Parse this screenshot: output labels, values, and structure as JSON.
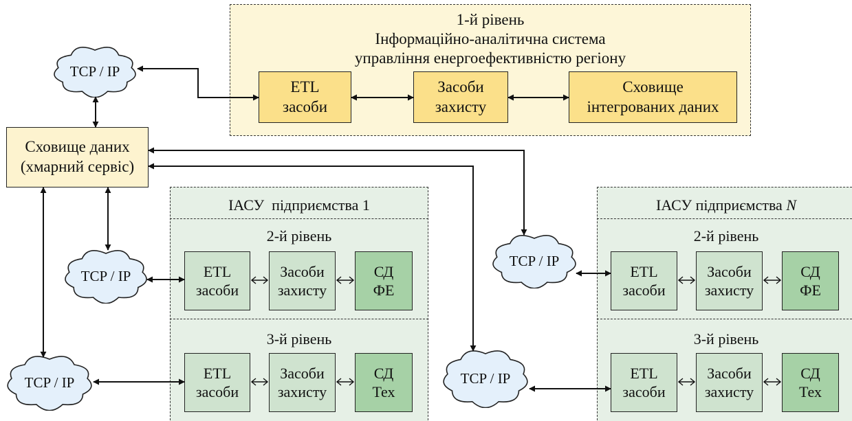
{
  "level1": {
    "title_lines": [
      "1-й рівень",
      "Інформаційно-аналітична система",
      "управління енергоефективністю регіону"
    ],
    "boxes": [
      {
        "line1": "ETL",
        "line2": "засоби"
      },
      {
        "line1": "Засоби",
        "line2": "захисту"
      },
      {
        "line1": "Сховище",
        "line2": "інтегрованих даних"
      }
    ]
  },
  "storage": {
    "line1": "Сховище даних",
    "line2": "(хмарний сервіс)"
  },
  "network_label": "TCP / IP",
  "enterprise_1": {
    "title": "ІАСУ  підприємства 1"
  },
  "enterprise_n": {
    "title_prefix": "ІАСУ підприємства ",
    "title_n": "N"
  },
  "level2": {
    "title": "2-й рівень",
    "boxes": [
      {
        "line1": "ETL",
        "line2": "засоби"
      },
      {
        "line1": "Засоби",
        "line2": "захисту"
      },
      {
        "line1": "СД",
        "line2": "ФЕ"
      }
    ]
  },
  "level3": {
    "title": "3-й рівень",
    "boxes": [
      {
        "line1": "ETL",
        "line2": "засоби"
      },
      {
        "line1": "Засоби",
        "line2": "захисту"
      },
      {
        "line1": "СД",
        "line2": "Тех"
      }
    ]
  },
  "colors": {
    "level1_panel": "#fdf6d8",
    "level1_box": "#fbe08a",
    "storage_box": "#fdf3cf",
    "enterprise_panel": "#e6f0e6",
    "enterprise_box": "#cfe3cf",
    "data_store_box": "#a6d1a6",
    "cloud_fill": "#e4f0fb"
  }
}
